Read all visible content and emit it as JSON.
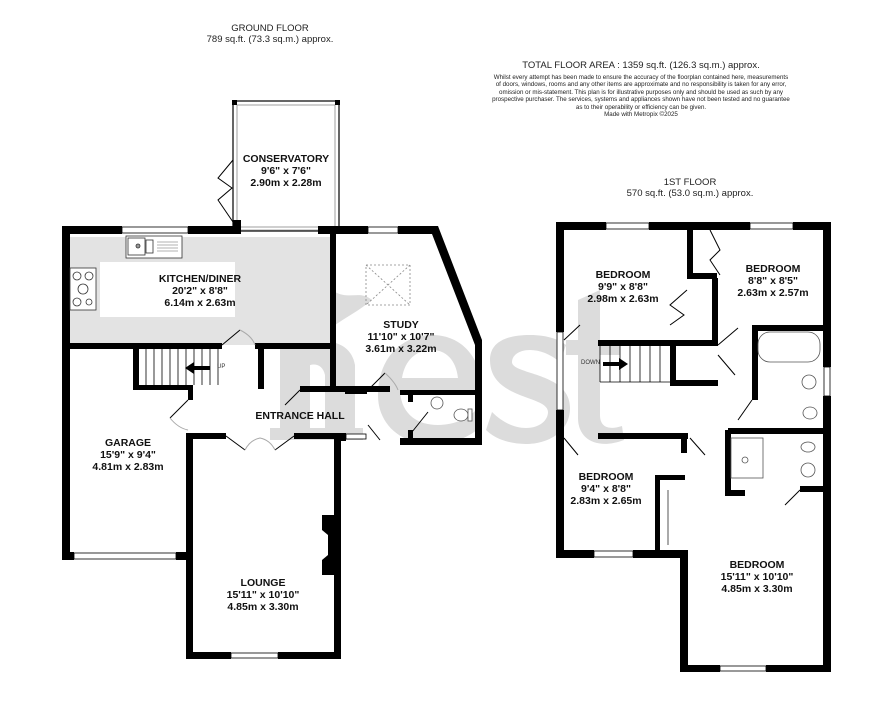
{
  "ground_floor": {
    "title": "GROUND FLOOR",
    "area": "789 sq.ft. (73.3 sq.m.) approx.",
    "stairs_label": "UP",
    "rooms": [
      {
        "name": "CONSERVATORY",
        "imperial": "9'6\"  x 7'6\"",
        "metric": "2.90m  x 2.28m"
      },
      {
        "name": "KITCHEN/DINER",
        "imperial": "20'2\"  x 8'8\"",
        "metric": "6.14m  x 2.63m"
      },
      {
        "name": "STUDY",
        "imperial": "11'10\"  x 10'7\"",
        "metric": "3.61m  x 3.22m"
      },
      {
        "name": "GARAGE",
        "imperial": "15'9\"  x 9'4\"",
        "metric": "4.81m  x 2.83m"
      },
      {
        "name": "ENTRANCE HALL"
      },
      {
        "name": "LOUNGE",
        "imperial": "15'11\"  x 10'10\"",
        "metric": "4.85m  x 3.30m"
      }
    ]
  },
  "first_floor": {
    "title": "1ST FLOOR",
    "area": "570 sq.ft. (53.0 sq.m.) approx.",
    "stairs_label": "DOWN",
    "rooms": [
      {
        "name": "BEDROOM",
        "imperial": "9'9\"  x 8'8\"",
        "metric": "2.98m  x 2.63m"
      },
      {
        "name": "BEDROOM",
        "imperial": "8'8\"  x 8'5\"",
        "metric": "2.63m  x 2.57m"
      },
      {
        "name": "BEDROOM",
        "imperial": "9'4\"  x 8'8\"",
        "metric": "2.83m  x 2.65m"
      },
      {
        "name": "BEDROOM",
        "imperial": "15'11\"  x 10'10\"",
        "metric": "4.85m  x 3.30m"
      }
    ]
  },
  "summary": {
    "total": "TOTAL FLOOR AREA : 1359 sq.ft. (126.3 sq.m.) approx.",
    "disclaimer": [
      "Whilst every attempt has been made to ensure the accuracy of the floorplan contained here, measurements",
      "of doors, windows, rooms and any other items are approximate and no responsibility is taken for any error,",
      "omission or mis-statement. This plan is for illustrative purposes only and should be used as such by any",
      "prospective purchaser. The services, systems and appliances shown have not been tested and no guarantee",
      "as to their operability or efficiency can be given."
    ],
    "credit": "Made with Metropix ©2025"
  },
  "watermark": {
    "text": "nest",
    "color": "#d9d9d9"
  },
  "colors": {
    "wall": "#000000",
    "counter": "#e3e3e3",
    "background": "#ffffff"
  }
}
